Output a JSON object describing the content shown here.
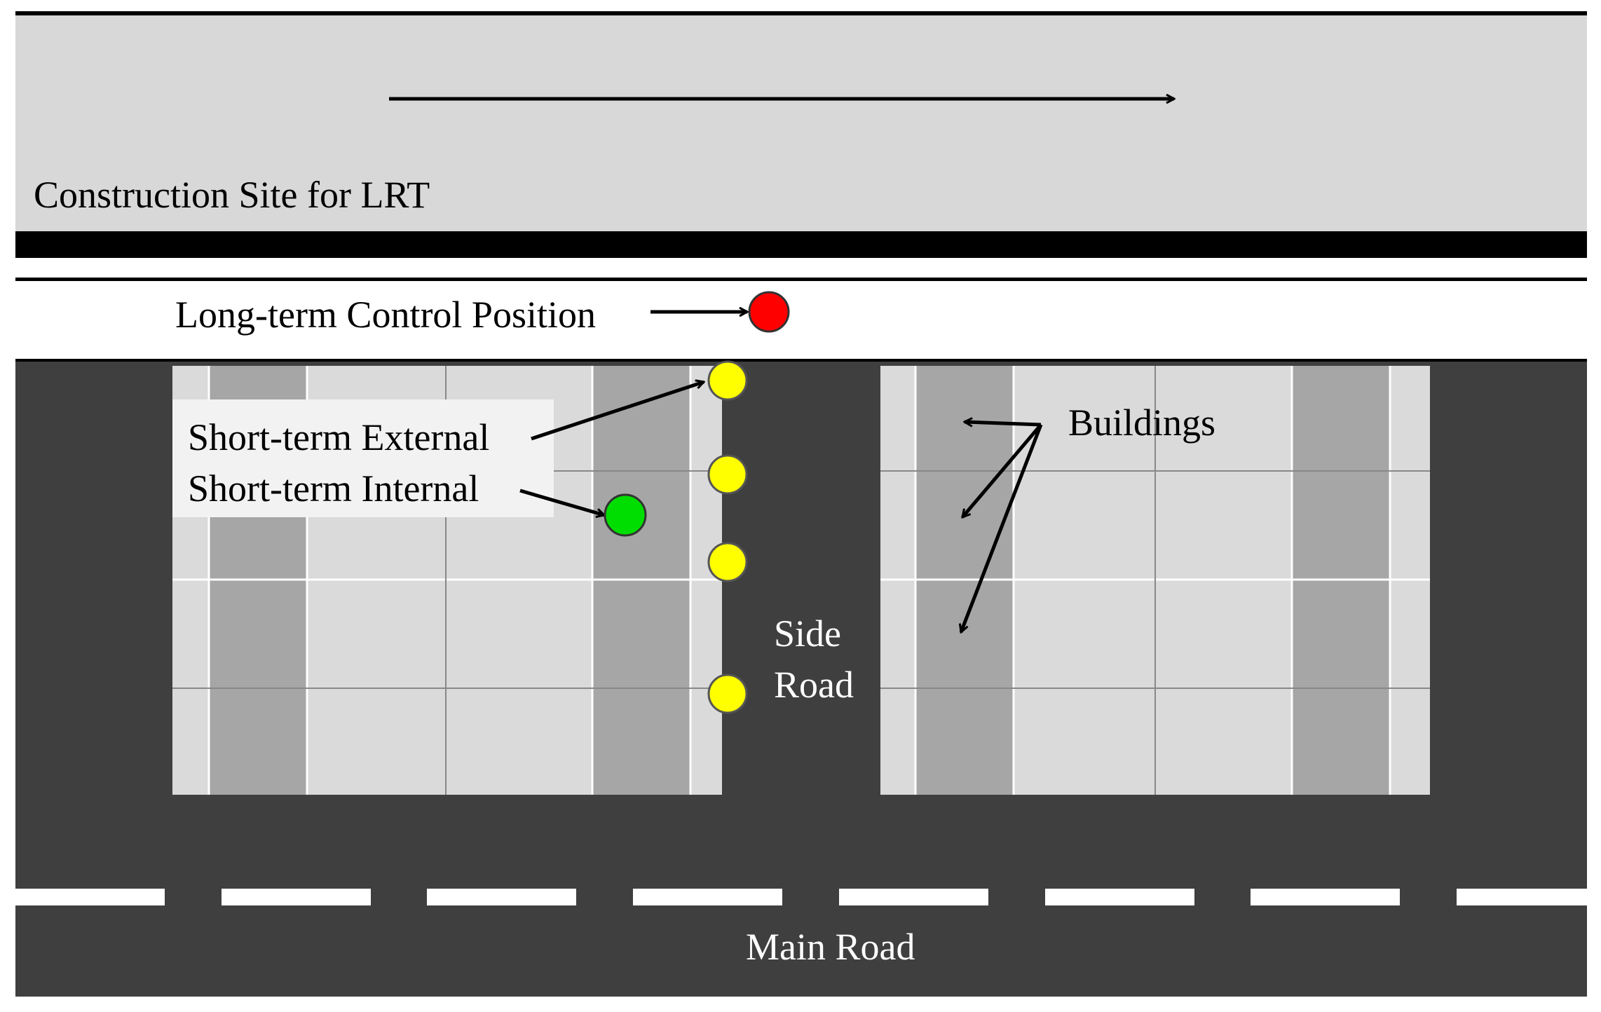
{
  "labels": {
    "construction_site": "Construction Site for LRT",
    "long_term": "Long-term Control Position",
    "short_term_external": "Short-term External",
    "short_term_internal": "Short-term Internal",
    "buildings": "Buildings",
    "side_road_line1": "Side",
    "side_road_line2": "Road",
    "main_road": "Main Road"
  },
  "colors": {
    "construction_fill": "#d8d8d8",
    "road": "#3f3f3f",
    "block_light": "#dadada",
    "block_dark": "#a6a6a6",
    "long_term_marker": "#ff0000",
    "short_term_external_marker": "#ffff00",
    "short_term_internal_marker": "#00dd00",
    "road_text": "#ffffff",
    "text": "#000000"
  }
}
